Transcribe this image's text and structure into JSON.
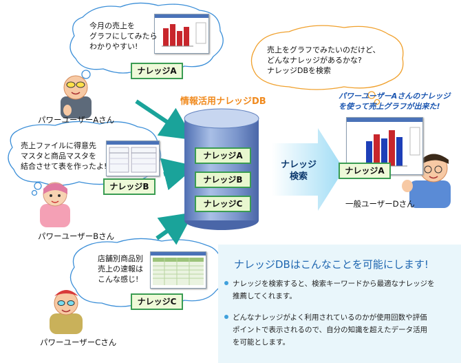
{
  "db_title": "情報活用ナレッジDB",
  "db_items": [
    "ナレッジA",
    "ナレッジB",
    "ナレッジC"
  ],
  "search_label": "ナレッジ\n検索",
  "users": {
    "a": {
      "bubble": "今月の売上を\nグラフにしてみたら\nわかりやすい!",
      "knowledge": "ナレッジA",
      "name": "パワーユーザーAさん"
    },
    "b": {
      "bubble": "売上ファイルに得意先\nマスタと商品マスタを\n結合させて表を作ったよ!",
      "knowledge": "ナレッジB",
      "name": "パワーユーザーBさん"
    },
    "c": {
      "bubble": "店舗別商品別\n売上の速報は\nこんな感じ!",
      "knowledge": "ナレッジC",
      "name": "パワーユーザーCさん"
    },
    "d": {
      "bubble": "売上をグラフでみたいのだけど、\nどんなナレッジがあるかな?\nナレッジDBを検索",
      "result": "パワーユーザーAさんのナレッジ\nを使って売上グラフが出来た!",
      "knowledge": "ナレッジA",
      "name": "一般ユーザーDさん"
    }
  },
  "info": {
    "title": "ナレッジDBはこんなことを可能にします!",
    "bullets": [
      "ナレッジを検索すると、検索キーワードから最適なナレッジを\n推薦してくれます。",
      "どんなナレッジがよく利用されているのかが使用回数や評価\nポイントで表示されるので、自分の知識を超えたデータ活用\nを可能とします。"
    ]
  },
  "colors": {
    "accent_green": "#3a9c52",
    "arrow_teal": "#1aa39a",
    "db_blue": "#5f7fbd",
    "title_orange": "#f08a1e",
    "result_blue": "#1a55b0",
    "info_blue": "#1e66b0"
  }
}
